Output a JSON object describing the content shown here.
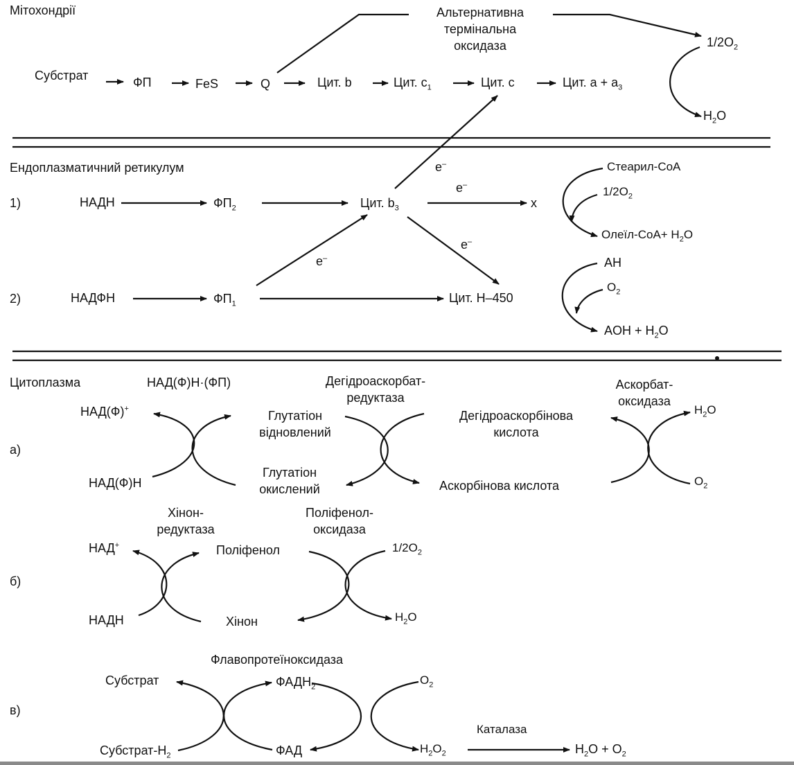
{
  "sections": {
    "mito": {
      "title": "Мітохондрії"
    },
    "er": {
      "title": "Ендоплазматичний ретикулум",
      "row1_label": "1)",
      "row2_label": "2)"
    },
    "cyto": {
      "title": "Цитоплазма",
      "row_a": "а)",
      "row_b": "б)",
      "row_c": "в)"
    }
  },
  "mito_chain": {
    "substrate": "Субстрат",
    "fp": "ФП",
    "fes": "FeS",
    "q": "Q",
    "cyt_b": "Цит. b",
    "cyt_c1_base": "Цит. c",
    "cyt_c1_sub": "1",
    "cyt_c": "Цит. c",
    "cyt_aa3_base": "Цит. a +  a",
    "cyt_aa3_sub": "3",
    "alt_oxidase": "Альтернативна\nтермінальна\nоксидаза",
    "o2_base": "1/2O",
    "o2_sub": "2",
    "h2o_a": "H",
    "h2o_sub": "2",
    "h2o_b": "O"
  },
  "er_chain": {
    "nadh": "НАДН",
    "fp2_base": "ФП",
    "fp2_sub": "2",
    "cyt_b3_base": "Цит. b",
    "cyt_b3_sub": "3",
    "x": "x",
    "nadph": "НАДФН",
    "fp1_base": "ФП",
    "fp1_sub": "1",
    "cyt_p450": "Цит. Н–450",
    "electron": "e",
    "electron_sup": "–",
    "stearyl": "Стеарил-СоА",
    "half_o2_base": "1/2O",
    "half_o2_sub": "2",
    "oleyl": "Олеїл-СоА+  H",
    "oleyl_sub": "2",
    "oleyl_end": "O",
    "ah": "AH",
    "o2_base": "O",
    "o2_sub": "2",
    "aoh": "AOH +  H",
    "aoh_sub": "2",
    "aoh_end": "O"
  },
  "cyto_a": {
    "enzyme1": "НАД(Ф)Н·(ФП)",
    "nadp_plus": "НАД(Ф)",
    "nadp_plus_sup": "+",
    "nadph": "НАД(Ф)Н",
    "gsh": "Глутатіон\nвідновлений",
    "gssg": "Глутатіон\nокислений",
    "enzyme2": "Дегідроаскорбат-\nредуктаза",
    "dha": "Дегідроаскорбінова\nкислота",
    "asc": "Аскорбінова кислота",
    "enzyme3": "Аскорбат-\nоксидаза",
    "h2o_a": "H",
    "h2o_sub": "2",
    "h2o_b": "O",
    "o2_base": "O",
    "o2_sub": "2"
  },
  "cyto_b": {
    "enzyme1": "Хінон-\nредуктаза",
    "enzyme2": "Поліфенол-\nоксидаза",
    "nad_plus": "НАД",
    "nad_plus_sup": "+",
    "nadh": "НАДН",
    "polyphenol": "Поліфенол",
    "quinone": "Хінон",
    "half_o2_base": "1/2O",
    "half_o2_sub": "2",
    "h2o_a": "H",
    "h2o_sub": "2",
    "h2o_b": "O"
  },
  "cyto_c": {
    "enzyme": "Флавопротеїноксидаза",
    "substrate": "Субстрат",
    "substrate_h2": "Субстрат-H",
    "substrate_h2_sub": "2",
    "fadh2": "ФАДH",
    "fadh2_sub": "2",
    "fad": "ФАД",
    "o2_base": "O",
    "o2_sub": "2",
    "h2o2_a": "H",
    "h2o2_sub1": "2",
    "h2o2_b": "O",
    "h2o2_sub2": "2",
    "catalase": "Каталаза",
    "products_a": "H",
    "products_sub1": "2",
    "products_b": "O +  O",
    "products_sub2": "2"
  },
  "colors": {
    "ink": "#111111",
    "background": "#ffffff",
    "frame": "#8a8a8a"
  }
}
